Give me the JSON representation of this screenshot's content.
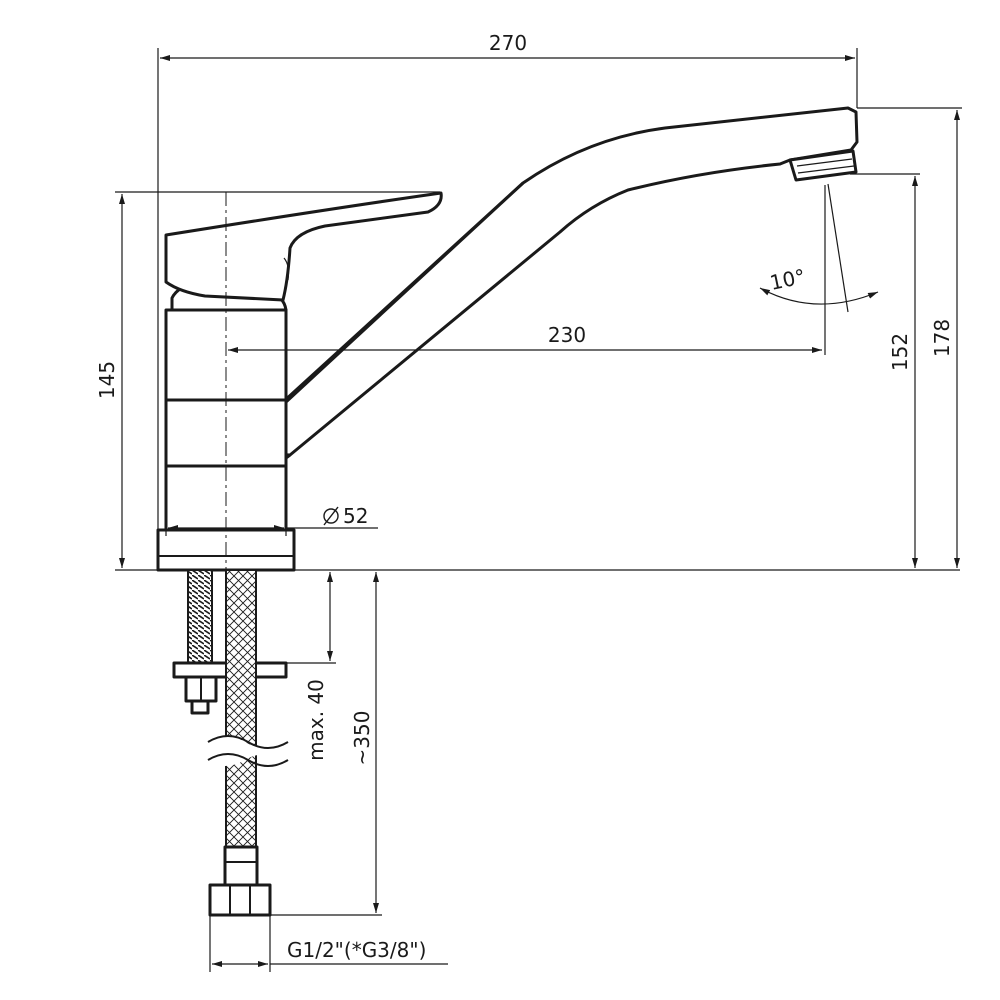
{
  "dimensions": {
    "overall_width": "270",
    "spout_reach": "230",
    "body_height": "145",
    "aerator_height": "152",
    "total_height": "178",
    "body_diameter": "52",
    "mounting_max": "max. 40",
    "hose_length": "~350",
    "connection_thread": "G1/2\"(*G3/8\")",
    "spout_angle": "10°"
  },
  "colors": {
    "line": "#1a1a1a",
    "background": "#ffffff"
  },
  "icons": {
    "diameter_symbol": "diameter-icon"
  }
}
